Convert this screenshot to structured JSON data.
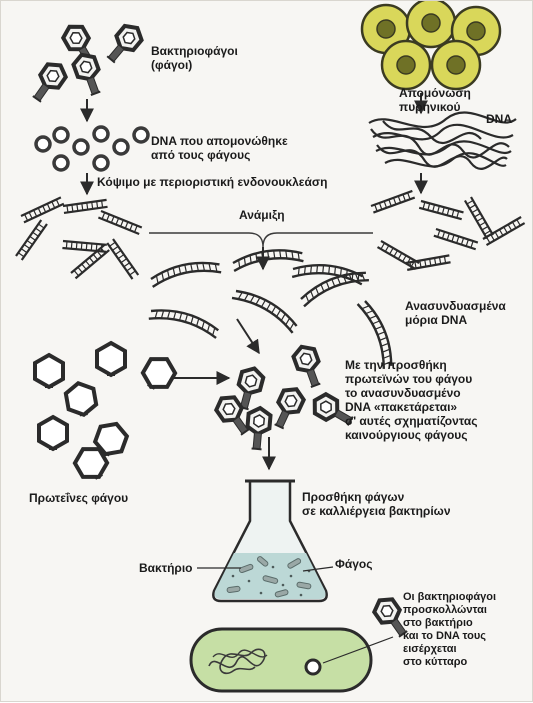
{
  "labels": {
    "bacteriophages": [
      "Βακτηριοφάγοι",
      "(φάγοι)"
    ],
    "nucleus_isolation": [
      "Απομόνωση",
      "πυρηνικού"
    ],
    "dna": "DNA",
    "phage_dna": [
      "DNA που απομονώθηκε",
      "από τους φάγους"
    ],
    "cutting": "Κόψιμο με περιοριστική ενδονουκλεάση",
    "mixing": "Ανάμιξη",
    "recombinant": [
      "Ανασυνδυασμένα",
      "μόρια DNA"
    ],
    "packaging": [
      "Με την προσθήκη",
      "πρωτεϊνών του φάγου",
      "το ανασυνδυασμένο",
      "DNA «πακετάρεται»",
      "σ' αυτές σχηματίζοντας",
      "καινούργιους φάγους"
    ],
    "phage_proteins": "Πρωτεΐνες φάγου",
    "culture": [
      "Προσθήκη φάγων",
      "σε καλλιέργεια βακτηρίων"
    ],
    "bacterium": "Βακτήριο",
    "phage": "Φάγος",
    "attach": [
      "Οι βακτηριοφάγοι",
      "προσκολλώνται",
      "στο βακτήριο",
      "και το DNA τους",
      "εισέρχεται",
      "στο κύτταρο"
    ]
  },
  "colors": {
    "ink": "#2b2b2b",
    "cell_fill": "#d9d75a",
    "cell_nucleus": "#6f7126",
    "flask_liquid": "#bcd8d6",
    "bacterium_fill": "#c6dfa5"
  }
}
